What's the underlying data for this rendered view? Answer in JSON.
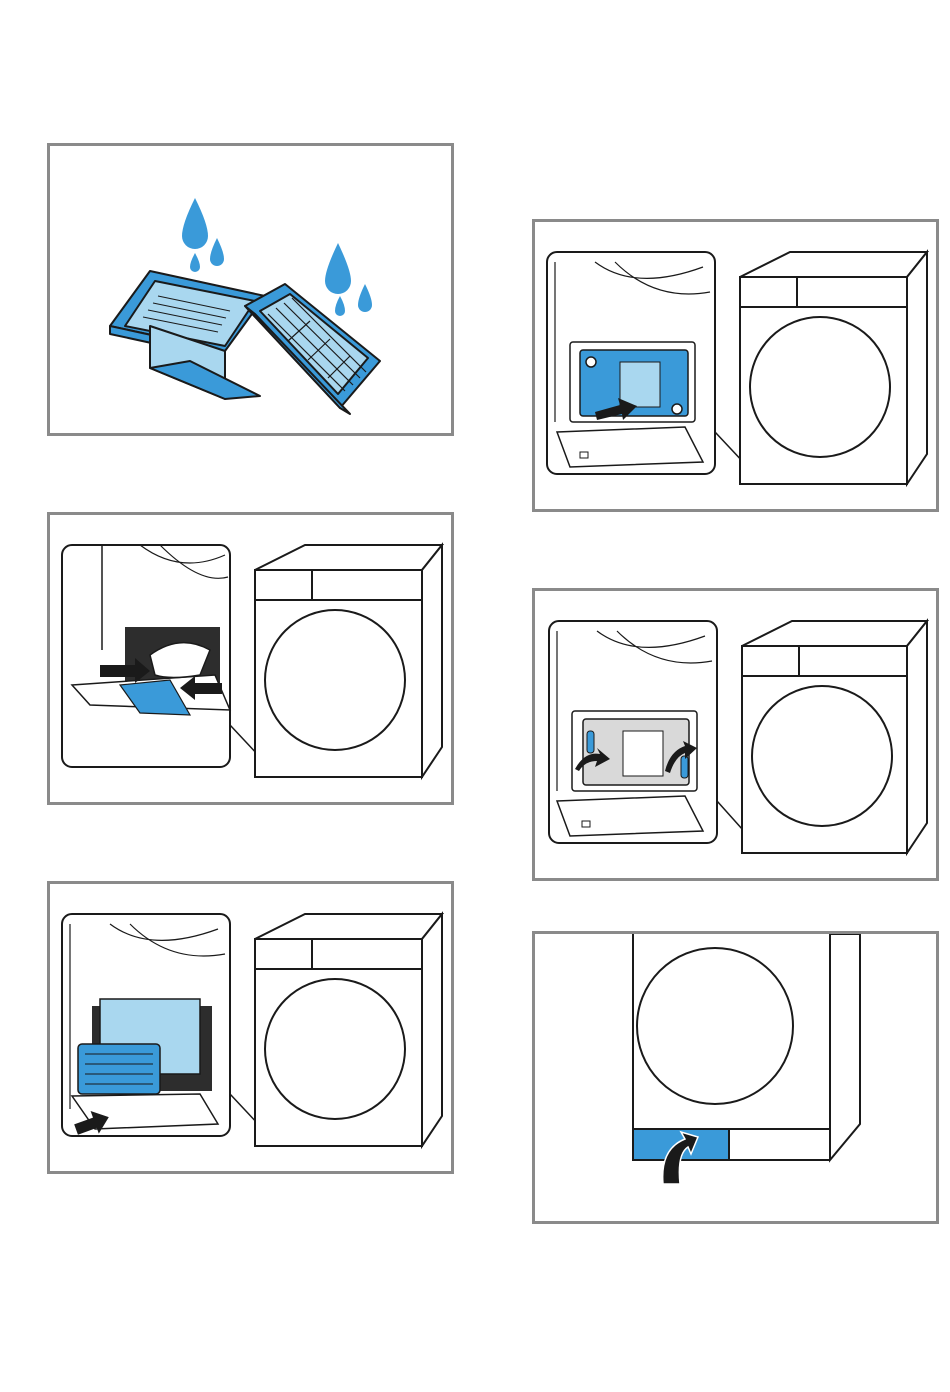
{
  "page": {
    "background": "#ffffff",
    "panel_border_color": "#8a8a8a"
  },
  "colors": {
    "accent_blue": "#3a9ad9",
    "light_blue": "#a9d7ef",
    "outline": "#1a1a1a",
    "panel_border": "#8a8a8a"
  },
  "steps": [
    {
      "id": 1,
      "icon": "filter-rinse-water-drops-icon"
    },
    {
      "id": 2,
      "icon": "wipe-filter-compartment-icon"
    },
    {
      "id": 3,
      "icon": "insert-filter-icon"
    },
    {
      "id": 4,
      "icon": "push-filter-in-icon"
    },
    {
      "id": 5,
      "icon": "lock-levers-icon"
    },
    {
      "id": 6,
      "icon": "close-maintenance-flap-icon"
    }
  ]
}
